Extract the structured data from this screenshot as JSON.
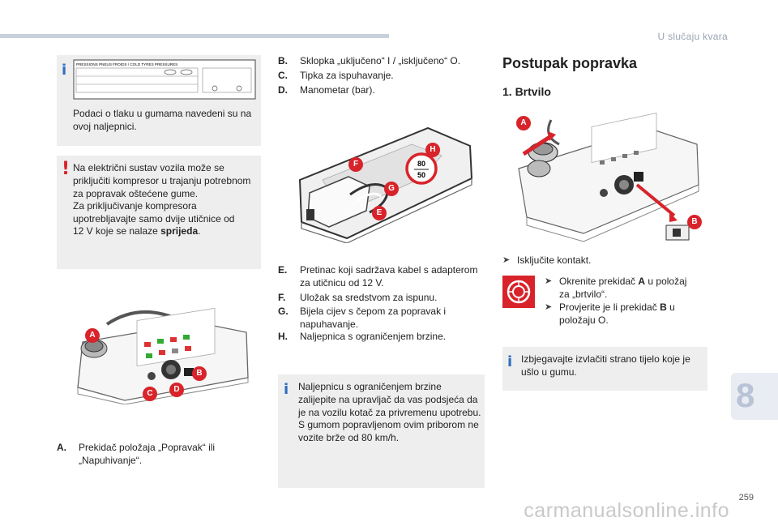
{
  "header": {
    "section_title": "U slučaju kvara"
  },
  "chapter_tab": "8",
  "page_number": "259",
  "watermark": "carmanualsonline.info",
  "left": {
    "info_box": {
      "sticker_title": "PRESSIONS PNEUS FROIDS / COLD TYRES PRESSURES",
      "text_lines": [
        "Podaci o tlaku u gumama navedeni su na",
        "ovoj naljepnici."
      ]
    },
    "warning_box": {
      "lines": [
        "Na električni sustav vozila može se",
        "priključiti kompresor u trajanju potrebnom",
        "za popravak oštećene gume.",
        "Za priključivanje kompresora",
        "upotrebljavajte samo dvije utičnice od",
        "12 V koje se nalaze"
      ],
      "bold_end": "sprijeda",
      "end_punct": "."
    },
    "item_a": {
      "label": "A.",
      "lines": [
        "Prekidač položaja „Popravak“ ili",
        "„Napuhivanje“."
      ]
    },
    "tags": {
      "a": "A",
      "b": "B",
      "c": "C",
      "d": "D"
    }
  },
  "middle": {
    "items_top": [
      {
        "label": "B.",
        "lines": [
          "Sklopka „uključeno“ I / „isključeno“ O."
        ]
      },
      {
        "label": "C.",
        "lines": [
          "Tipka za ispuhavanje."
        ]
      },
      {
        "label": "D.",
        "lines": [
          "Manometar (bar)."
        ]
      }
    ],
    "speed_sign": {
      "top": "80",
      "bottom": "50"
    },
    "tags": {
      "e": "E",
      "f": "F",
      "g": "G",
      "h": "H"
    },
    "items_bottom": [
      {
        "label": "E.",
        "lines": [
          "Pretinac koji sadržava kabel s adapterom",
          "za utičnicu od 12 V."
        ]
      },
      {
        "label": "F.",
        "lines": [
          "Uložak sa sredstvom za ispunu."
        ]
      },
      {
        "label": "G.",
        "lines": [
          "Bijela cijev s čepom za popravak i",
          "napuhavanje."
        ]
      },
      {
        "label": "H.",
        "lines": [
          "Naljepnica s ograničenjem brzine."
        ]
      }
    ],
    "info_box": {
      "lines": [
        "Naljepnicu s ograničenjem brzine",
        "zalijepite na upravljač da vas podsjeća da",
        "je na vozilu kotač za privremenu upotrebu.",
        "S gumom popravljenom ovim priborom ne",
        "vozite brže od 80 km/h."
      ]
    }
  },
  "right": {
    "title": "Postupak popravka",
    "subtitle": "1. Brtvilo",
    "tags": {
      "a": "A",
      "b": "B"
    },
    "step1": "Isključite kontakt.",
    "step2_parts": {
      "pre": "Okrenite prekidač ",
      "bold": "A",
      "post": " u položaj",
      "line2": "za „brtvilo“."
    },
    "step3_parts": {
      "pre": "Provjerite je li prekidač ",
      "bold": "B",
      "post": " u",
      "line2": "položaju O."
    },
    "info_box": {
      "lines": [
        "Izbjegavajte izvlačiti strano tijelo koje je",
        "ušlo u gumu."
      ]
    }
  },
  "colors": {
    "accent_red": "#d8232a",
    "info_blue": "#2f6fbf",
    "box_gray": "#eeeeee",
    "tab_gray": "#b8c3d6"
  }
}
